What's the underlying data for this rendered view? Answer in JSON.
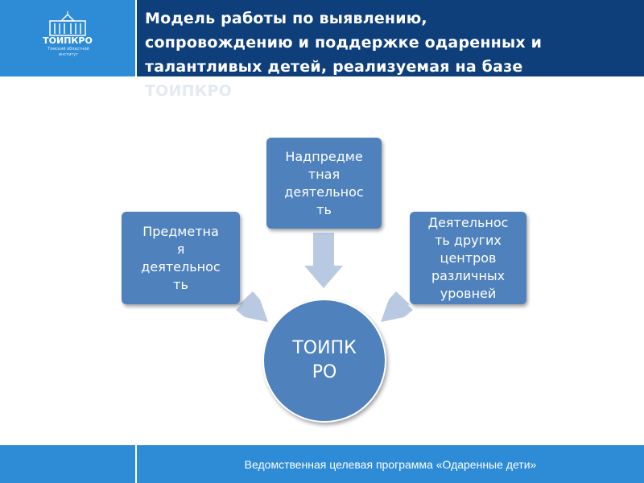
{
  "header": {
    "title_lines": [
      "Модель работы по выявлению,",
      "сопровождению и поддержке одаренных и",
      "талантливых детей, реализуемая   на базе",
      "ТОИПКРО"
    ],
    "logo": {
      "name": "ТОИПКРО",
      "subtitle": "Томский областной институт"
    }
  },
  "diagram": {
    "top_box": [
      "Надпредме",
      "тная",
      "деятельнос",
      "ть"
    ],
    "left_box": [
      "Предметна",
      "я",
      "деятельнос",
      "ть"
    ],
    "right_box": [
      "Деятельнос",
      "ть других",
      "центров",
      "различных",
      "уровней"
    ],
    "center": [
      "ТОИПК",
      "РО"
    ]
  },
  "footer": {
    "text": "Ведомственная целевая программа «Одаренные дети»"
  },
  "colors": {
    "node_fill": "#4f81bd",
    "arrow_fill": "#b9c9e2",
    "header_dark": "#0f3f7a",
    "header_light": "#2e8bd6"
  }
}
